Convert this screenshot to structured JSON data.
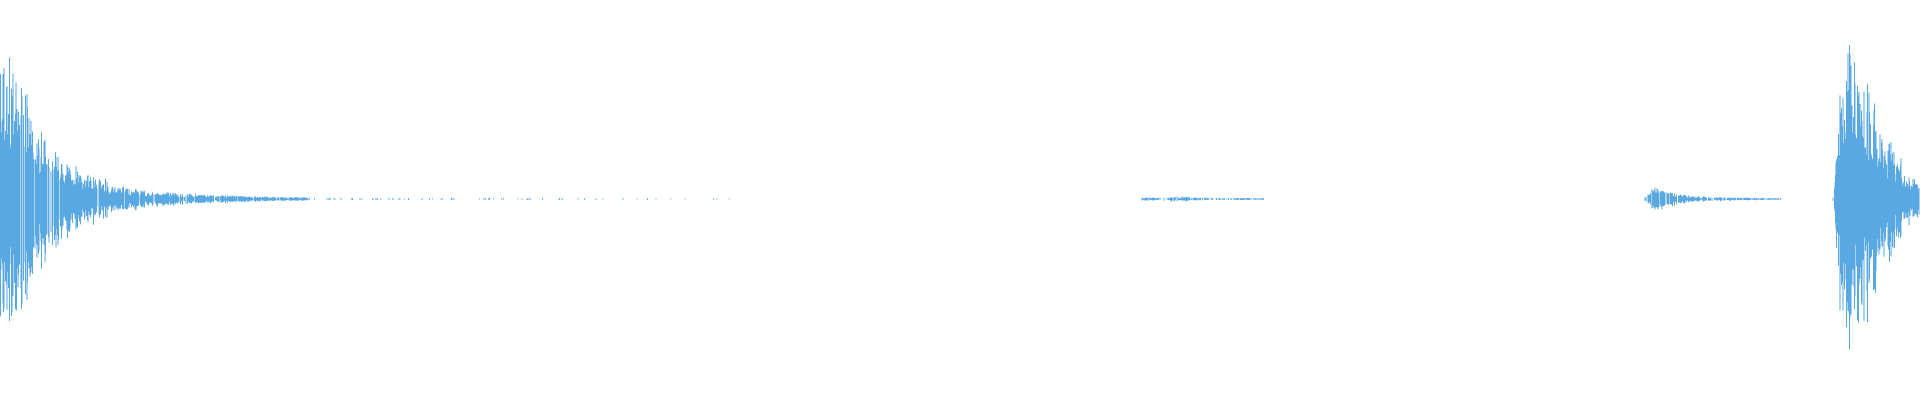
{
  "waveform": {
    "color": "#5aa8e2",
    "background": "#ffffff",
    "amplitude_range": [
      -1,
      1
    ],
    "segments": [
      {
        "name": "transient-burst-start",
        "start": 0.0,
        "end": 0.16,
        "envelope": [
          [
            0.0,
            0.98
          ],
          [
            0.012,
            0.84
          ],
          [
            0.016,
            0.65
          ],
          [
            0.025,
            0.4
          ],
          [
            0.04,
            0.22
          ],
          [
            0.06,
            0.1
          ],
          [
            0.08,
            0.055
          ],
          [
            0.1,
            0.035
          ],
          [
            0.13,
            0.02
          ],
          [
            0.16,
            0.012
          ]
        ],
        "density": 0.8
      },
      {
        "name": "sparse-tail",
        "start": 0.16,
        "end": 0.38,
        "envelope": [
          [
            0.16,
            0.01
          ],
          [
            0.38,
            0.006
          ]
        ],
        "density": 0.08
      },
      {
        "name": "quiet-segment-middle",
        "start": 0.595,
        "end": 0.658,
        "envelope": [
          [
            0.595,
            0.01
          ],
          [
            0.615,
            0.018
          ],
          [
            0.628,
            0.01
          ],
          [
            0.658,
            0.006
          ]
        ],
        "density": 0.6
      },
      {
        "name": "small-burst-right",
        "start": 0.857,
        "end": 0.928,
        "envelope": [
          [
            0.857,
            0.015
          ],
          [
            0.862,
            0.1
          ],
          [
            0.868,
            0.06
          ],
          [
            0.88,
            0.025
          ],
          [
            0.9,
            0.012
          ],
          [
            0.928,
            0.006
          ]
        ],
        "density": 0.7
      },
      {
        "name": "transient-burst-end",
        "start": 0.955,
        "end": 1.0,
        "envelope": [
          [
            0.955,
            0.02
          ],
          [
            0.958,
            0.7
          ],
          [
            0.962,
            1.0
          ],
          [
            0.97,
            0.95
          ],
          [
            0.978,
            0.55
          ],
          [
            0.988,
            0.32
          ],
          [
            1.0,
            0.1
          ]
        ],
        "density": 0.9
      }
    ]
  }
}
